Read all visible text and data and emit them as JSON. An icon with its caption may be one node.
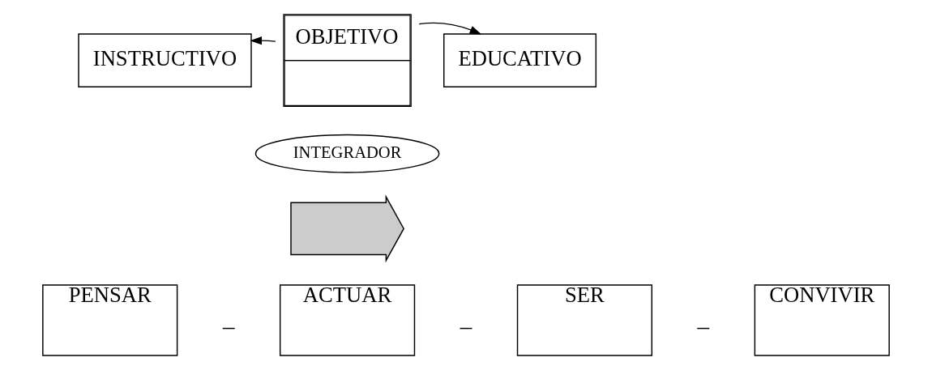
{
  "diagram": {
    "nodes": [
      {
        "text": [
          "INSTRUCTIVO"
        ]
      },
      {
        "text": [
          "OBJETIVO"
        ]
      },
      {
        "text": [
          "EDUCATIVO"
        ]
      },
      {
        "text": [
          "INTEGRADOR"
        ]
      },
      {
        "text": [],
        "shape": "arrow"
      },
      {
        "text": [
          "PENSAR"
        ]
      },
      {
        "text": [
          "ACTUAR"
        ]
      },
      {
        "text": [
          "SER"
        ]
      },
      {
        "text": [
          "CONVIVIR"
        ]
      }
    ],
    "edges": [
      {
        "from": 1,
        "to": 0,
        "arrow": "to"
      },
      {
        "from": 1,
        "to": 2,
        "arrow": "to"
      }
    ],
    "labels": [
      "_",
      "_",
      "_"
    ]
  }
}
